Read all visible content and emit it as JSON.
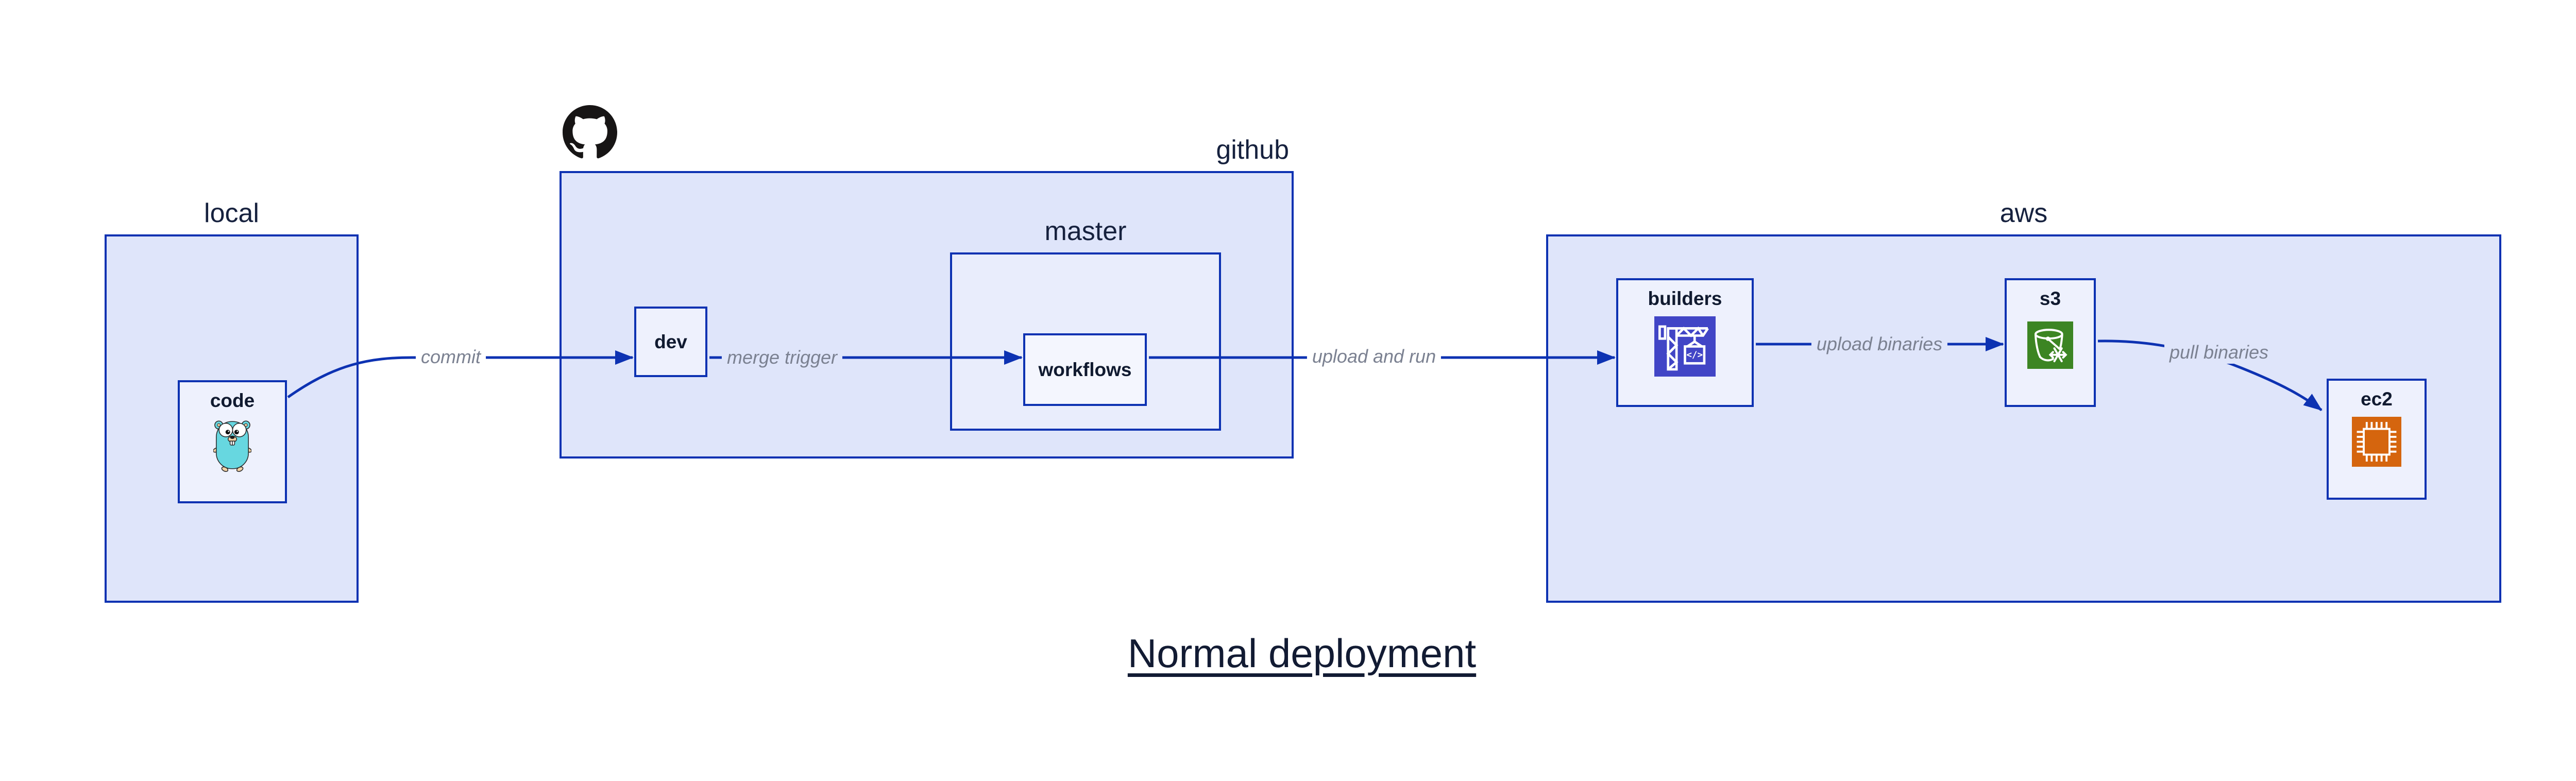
{
  "title": "Normal deployment",
  "groups": {
    "local": {
      "label": "local"
    },
    "github": {
      "label": "github"
    },
    "master": {
      "label": "master"
    },
    "aws": {
      "label": "aws"
    }
  },
  "nodes": {
    "code": {
      "label": "code",
      "icon": "go-gopher-icon"
    },
    "dev": {
      "label": "dev"
    },
    "workflows": {
      "label": "workflows"
    },
    "builders": {
      "label": "builders",
      "icon": "aws-codebuild-icon"
    },
    "s3": {
      "label": "s3",
      "icon": "aws-s3-glacier-bucket-icon"
    },
    "ec2": {
      "label": "ec2",
      "icon": "aws-ec2-chip-icon"
    }
  },
  "edges": [
    {
      "from": "code",
      "to": "dev",
      "label": "commit"
    },
    {
      "from": "dev",
      "to": "workflows",
      "label": "merge trigger"
    },
    {
      "from": "workflows",
      "to": "builders",
      "label": "upload and run"
    },
    {
      "from": "builders",
      "to": "s3",
      "label": "upload binaries"
    },
    {
      "from": "s3",
      "to": "ec2",
      "label": "pull binaries"
    }
  ],
  "icons": {
    "github_logo": "github-octocat-icon",
    "codebuild_glyph_text": "</>"
  },
  "colors": {
    "accent_blue": "#0d32b2",
    "group_fill": "#dfe5fa",
    "subgroup_fill": "#e9edfc",
    "node_fill": "#eef1fd",
    "inner_node_fill": "#f4f6fe",
    "codebuild_purple": "#4145c6",
    "s3_green": "#3c8523",
    "ec2_orange": "#d5650e",
    "gopher_cyan": "#67d7e0",
    "edge_label_gray": "#7b8191",
    "label_navy": "#16213e",
    "github_black": "#171515"
  }
}
